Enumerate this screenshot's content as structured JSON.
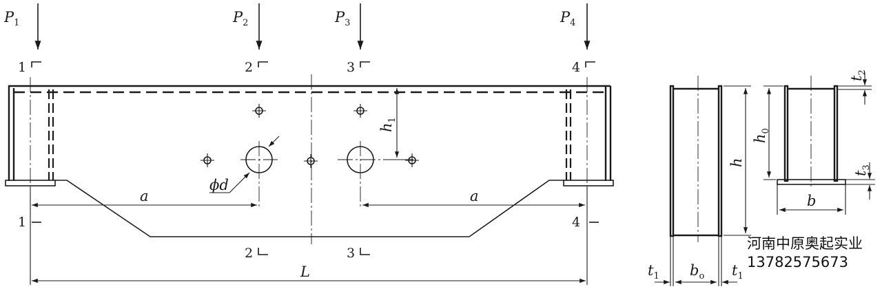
{
  "loads": [
    "P",
    "P",
    "P",
    "P"
  ],
  "load_subs": [
    "1",
    "2",
    "3",
    "4"
  ],
  "sections_top": [
    "1",
    "2",
    "3",
    "4"
  ],
  "sections_bottom": [
    "1",
    "2",
    "3",
    "4"
  ],
  "dimensions": {
    "a": "a",
    "L": "L",
    "phi_d": "ϕd",
    "h1": "h",
    "h1_sub": "1",
    "h": "h",
    "h0": "h",
    "h0_sub": "0",
    "t2": "t",
    "t2_sub": "2",
    "t3": "t",
    "t3_sub": "3",
    "b": "b",
    "b0": "b",
    "b0_sub": "o",
    "t1": "t",
    "t1_sub": "1"
  },
  "watermark": {
    "company": "河南中原奥起实业",
    "phone": "13782575673"
  },
  "colors": {
    "line": "#1a1a1a",
    "background": "#ffffff"
  }
}
